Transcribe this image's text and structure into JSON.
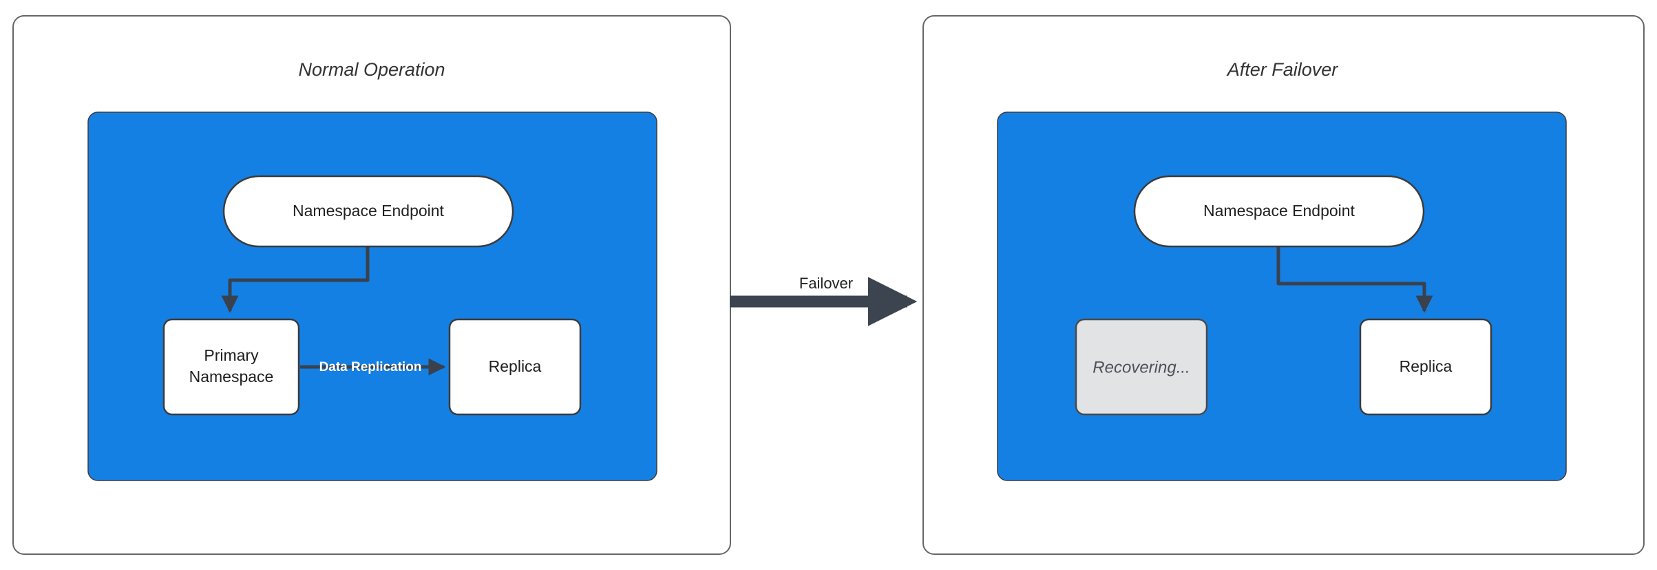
{
  "diagram": {
    "title_left": "Normal Operation",
    "title_right": "After Failover",
    "colors": {
      "panel_blue": "#1580e4",
      "node_white": "#ffffff",
      "node_muted": "#e2e3e5",
      "stroke_dark": "#39414d",
      "card_border": "#666666",
      "label_white": "#ffffff"
    },
    "panels": [
      {
        "id": "normal-operation",
        "title": "Normal Operation",
        "nodes": [
          {
            "id": "endpoint-left",
            "label": "Namespace Endpoint",
            "shape": "pill",
            "style": "white"
          },
          {
            "id": "primary-namespace",
            "label_line1": "Primary",
            "label_line2": "Namespace",
            "shape": "rounded-rect",
            "style": "white"
          },
          {
            "id": "replica-left",
            "label": "Replica",
            "shape": "rounded-rect",
            "style": "white"
          }
        ],
        "edges": [
          {
            "id": "endpoint-to-primary",
            "from": "endpoint-left",
            "to": "primary-namespace",
            "label": ""
          },
          {
            "id": "primary-to-replica",
            "from": "primary-namespace",
            "to": "replica-left",
            "label": "Data Replication"
          }
        ]
      },
      {
        "id": "after-failover",
        "title": "After Failover",
        "nodes": [
          {
            "id": "endpoint-right",
            "label": "Namespace Endpoint",
            "shape": "pill",
            "style": "white"
          },
          {
            "id": "recovering",
            "label": "Recovering...",
            "shape": "rounded-rect",
            "style": "muted"
          },
          {
            "id": "replica-right",
            "label": "Replica",
            "shape": "rounded-rect",
            "style": "white"
          }
        ],
        "edges": [
          {
            "id": "endpoint-to-replica",
            "from": "endpoint-right",
            "to": "replica-right",
            "label": ""
          }
        ]
      }
    ],
    "transition": {
      "id": "failover-transition",
      "label": "Failover",
      "from_panel": "normal-operation",
      "to_panel": "after-failover"
    }
  }
}
